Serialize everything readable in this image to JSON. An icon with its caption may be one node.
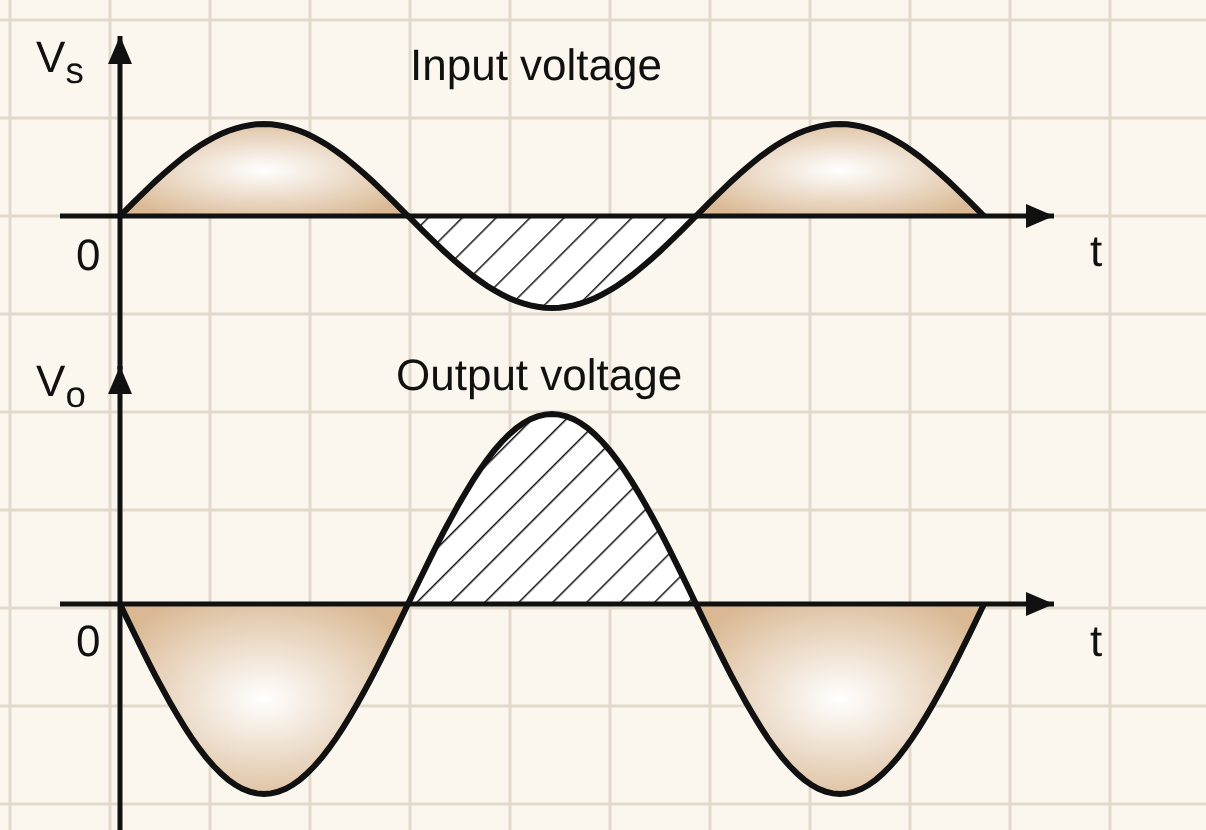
{
  "diagram": {
    "labels": [
      "V$_{s}$",
      "Input voltage",
      "0",
      "t",
      "V$_{o}$",
      "Output voltage",
      "0",
      "t"
    ]
  }
}
